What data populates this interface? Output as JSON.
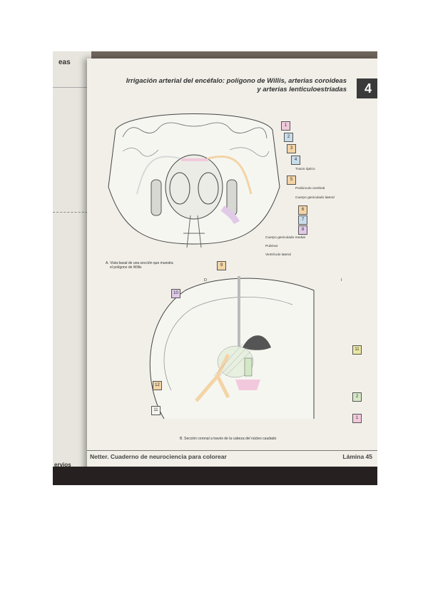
{
  "left_page": {
    "header": "eas",
    "footer": "ervios"
  },
  "page": {
    "title_line1": "Irrigación arterial del encéfalo: polígono de Willis, arterias coroideas",
    "title_line2": "y arterias lenticuloestriadas",
    "chapter_number": "4",
    "figure_a_labels": [
      "Tracto óptico",
      "Pedúnculo cerebral",
      "Cuerpo geniculado lateral",
      "Cuerpo geniculado medial",
      "Pulvinar",
      "Ventrículo lateral"
    ],
    "figure_a_caption_line1": "A. Vista basal de una sección que muestra",
    "figure_a_caption_line2": "el polígono de Willis",
    "figure_b_caption": "B. Sección coronal a través de la cabeza del núcleo caudado",
    "letter_d": "D",
    "letter_i": "I",
    "footer_left": "Netter. Cuaderno de neurociencia para colorear",
    "footer_right": "Lámina 45"
  },
  "callouts": {
    "c1": "1",
    "c2": "2",
    "c3": "3",
    "c4": "4",
    "c5": "5",
    "c6": "6",
    "c7": "7",
    "c8": "8",
    "c9": "9",
    "c10": "10",
    "c11": "11",
    "c12": "12"
  },
  "colors": {
    "pink": "#f2c9dc",
    "blue": "#c9dcea",
    "orange": "#f3d4a6",
    "green": "#d5e8c6",
    "yellow": "#ece7a1",
    "purple": "#e1c9e8"
  }
}
